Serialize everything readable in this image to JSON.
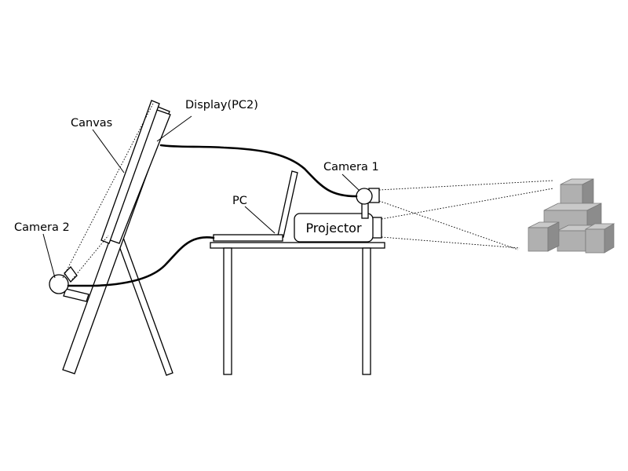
{
  "labels": {
    "display": "Display(PC2)",
    "canvas": "Canvas",
    "camera1": "Camera 1",
    "camera2": "Camera 2",
    "pc": "PC",
    "projector": "Projector"
  },
  "colors": {
    "ink": "#000000",
    "background": "#ffffff",
    "cube_top": "#c9c9c9",
    "cube_front": "#b0b0b0",
    "cube_side": "#8c8c8c"
  }
}
